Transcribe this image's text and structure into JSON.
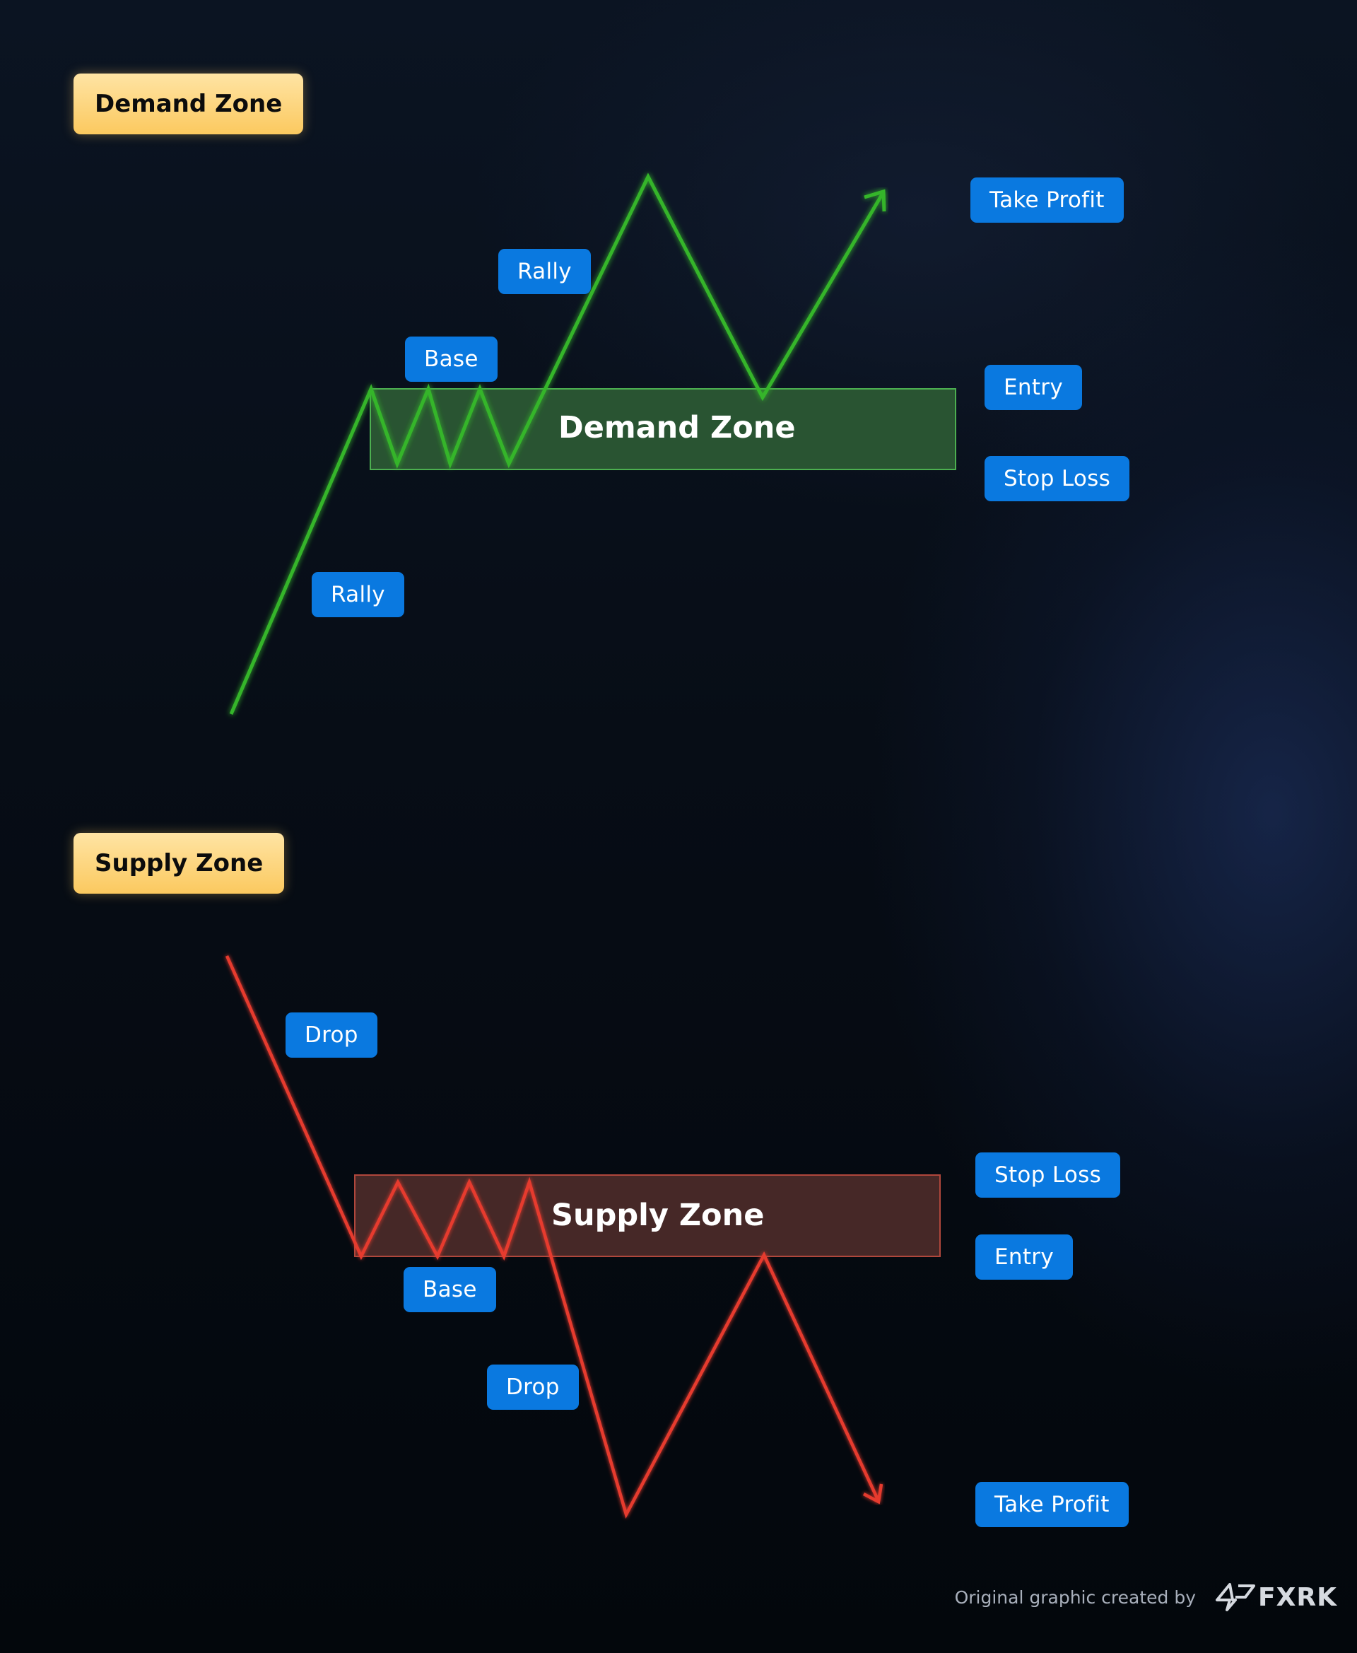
{
  "demand_section": {
    "title": "Demand Zone",
    "zone_label": "Demand Zone",
    "labels": {
      "rally_lower": "Rally",
      "base": "Base",
      "rally_upper": "Rally",
      "take_profit": "Take Profit",
      "entry": "Entry",
      "stop_loss": "Stop Loss"
    }
  },
  "supply_section": {
    "title": "Supply Zone",
    "zone_label": "Supply Zone",
    "labels": {
      "drop_upper": "Drop",
      "base": "Base",
      "drop_lower": "Drop",
      "stop_loss": "Stop Loss",
      "entry": "Entry",
      "take_profit": "Take Profit"
    }
  },
  "footer": {
    "credit": "Original graphic created by",
    "brand": "FXRK"
  },
  "colors": {
    "demand_line": "#35b52a",
    "supply_line": "#e63a2e",
    "label_blue": "#0a79e0",
    "label_yellow": "#fbc95f"
  }
}
